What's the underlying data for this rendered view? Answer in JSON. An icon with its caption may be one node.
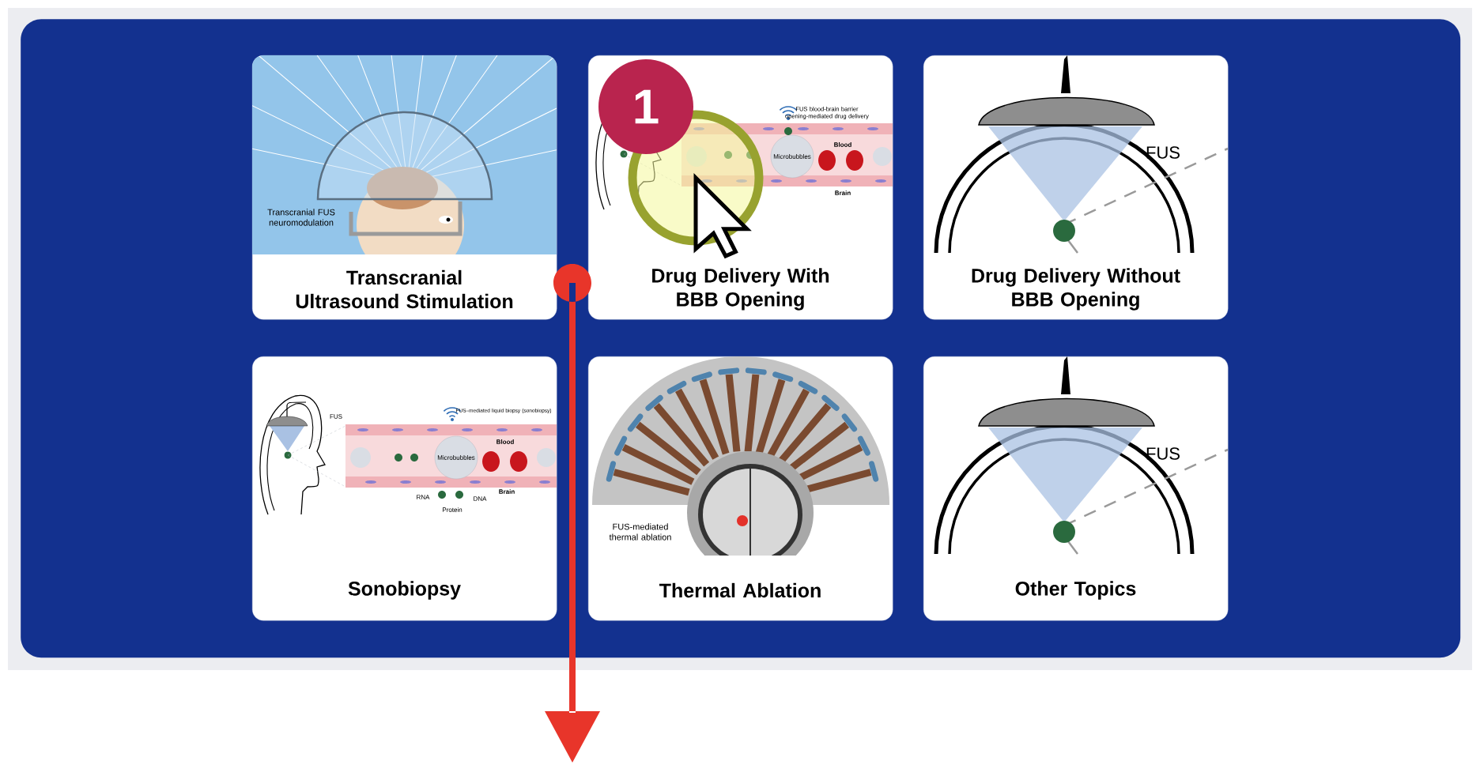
{
  "diagram": {
    "nodes": [
      {
        "text": [],
        "shape": "box"
      },
      {
        "text": [
          "Transcranial FUS neuromodulation",
          "Transcranial Ultrasound Stimulation"
        ],
        "in": 0
      },
      {
        "text": [
          "FUS blood-brain barrier opening-mediated drug delivery",
          "Blood",
          "Microbubbles",
          "Brain",
          "Drug Delivery With BBB Opening"
        ],
        "in": 0
      },
      {
        "text": [
          "FUS",
          "Drug Delivery Without BBB Opening"
        ],
        "in": 0
      },
      {
        "text": [
          "FUS–mediated liquid biopsy (sonobiopsy)",
          "FUS",
          "Blood",
          "Microbubbles",
          "Brain",
          "RNA",
          "DNA",
          "Protein",
          "Sonobiopsy"
        ],
        "in": 0
      },
      {
        "text": [
          "FUS-mediated thermal ablation",
          "Thermal Ablation"
        ],
        "in": 0
      },
      {
        "text": [
          "FUS",
          "Other Topics"
        ],
        "in": 0
      },
      {
        "text": [
          "1"
        ],
        "in": 2
      }
    ]
  }
}
